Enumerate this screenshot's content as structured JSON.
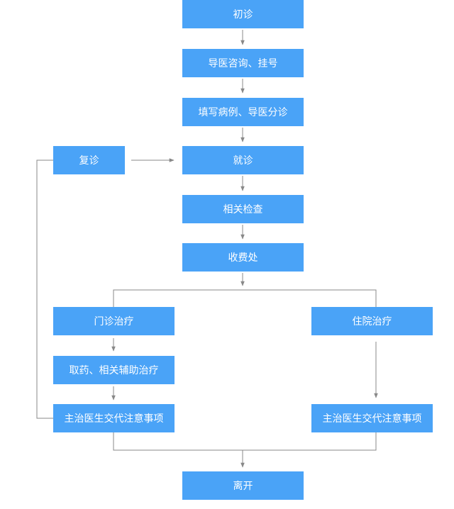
{
  "flow": {
    "first_visit": "初诊",
    "guidance_registration": "导医咨询、挂号",
    "fill_record_triage": "填写病例、导医分诊",
    "revisit": "复诊",
    "consultation": "就诊",
    "examinations": "相关检查",
    "cashier": "收费处",
    "outpatient_treatment": "门诊治疗",
    "inpatient_treatment": "住院治疗",
    "medicine_aux_treatment": "取药、相关辅助治疗",
    "doctor_instructions_left": "主治医生交代注意事项",
    "doctor_instructions_right": "主治医生交代注意事项",
    "leave": "离开"
  },
  "colors": {
    "node_fill": "#4aa3f7",
    "node_text": "#ffffff",
    "connector": "#888888"
  }
}
